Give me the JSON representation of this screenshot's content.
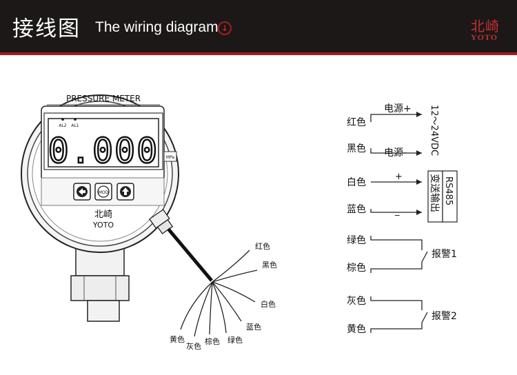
{
  "header": {
    "title_cn": "接线图",
    "title_en": "The wiring diagram",
    "down_icon": "arrow-down-circle-icon",
    "brand_cn": "北崎",
    "brand_en": "YOTO",
    "accent_color": "#a31d1d"
  },
  "meter": {
    "label": "PRESSURE METER",
    "al2": "AL2",
    "al1": "AL1",
    "reading": "0.000",
    "unit": "MPa",
    "mod": "MOD",
    "brand_cn": "北崎",
    "brand_en": "YOTO"
  },
  "cable_wires": {
    "red": "红色",
    "black": "黑色",
    "white": "白色",
    "blue": "蓝色",
    "green": "绿色",
    "brown": "棕色",
    "gray": "灰色",
    "yellow": "黄色"
  },
  "terminals": {
    "red": "红色",
    "black": "黑色",
    "white": "白色",
    "blue": "蓝色",
    "green": "绿色",
    "brown": "棕色",
    "gray": "灰色",
    "yellow": "黄色"
  },
  "signals": {
    "power_plus": "电源+",
    "power_minus": "电源-",
    "supply": "12～24VDC",
    "plus": "+",
    "minus": "_",
    "output_cn": "变送输出",
    "output_en": "RS485",
    "alarm1": "报警1",
    "alarm2": "报警2"
  }
}
